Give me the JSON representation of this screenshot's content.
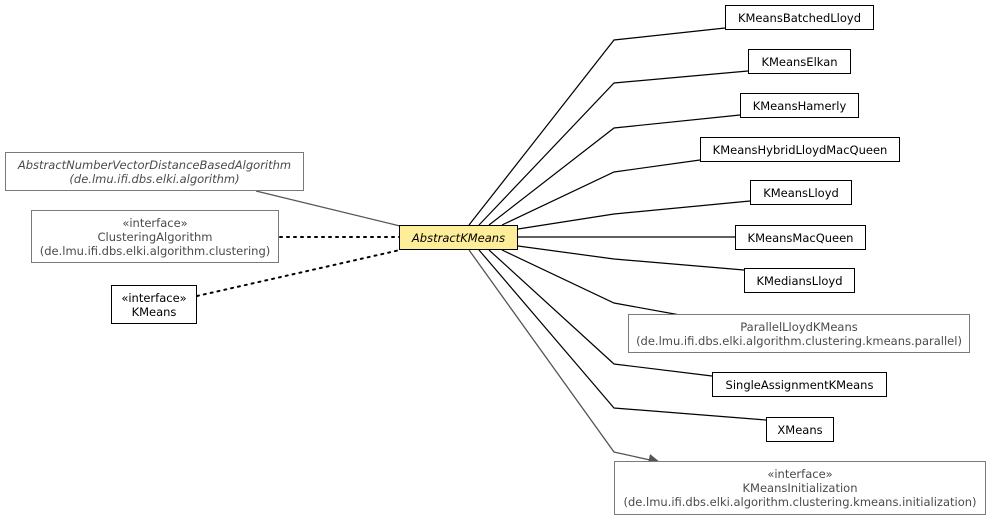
{
  "center": {
    "name": "AbstractKMeans",
    "fill": "#ffee99",
    "italic": true
  },
  "parents": [
    {
      "lines": [
        "AbstractNumberVectorDistanceBasedAlgorithm",
        "(de.lmu.ifi.dbs.elki.algorithm)"
      ],
      "relation": "extends",
      "abstract": true,
      "external": true
    },
    {
      "lines": [
        "«interface»",
        "ClusteringAlgorithm",
        "(de.lmu.ifi.dbs.elki.algorithm.clustering)"
      ],
      "relation": "implements",
      "external": true
    },
    {
      "lines": [
        "«interface»",
        "KMeans"
      ],
      "relation": "implements",
      "external": false
    }
  ],
  "subclasses": [
    {
      "lines": [
        "KMeansBatchedLloyd"
      ]
    },
    {
      "lines": [
        "KMeansElkan"
      ]
    },
    {
      "lines": [
        "KMeansHamerly"
      ]
    },
    {
      "lines": [
        "KMeansHybridLloydMacQueen"
      ]
    },
    {
      "lines": [
        "KMeansLloyd"
      ]
    },
    {
      "lines": [
        "KMeansMacQueen"
      ]
    },
    {
      "lines": [
        "KMediansLloyd"
      ]
    },
    {
      "lines": [
        "ParallelLloydKMeans",
        "(de.lmu.ifi.dbs.elki.algorithm.clustering.kmeans.parallel)"
      ],
      "external": true
    },
    {
      "lines": [
        "SingleAssignmentKMeans"
      ]
    },
    {
      "lines": [
        "XMeans"
      ]
    }
  ],
  "association": {
    "lines": [
      "«interface»",
      "KMeansInitialization",
      "(de.lmu.ifi.dbs.elki.algorithm.clustering.kmeans.initialization)"
    ],
    "external": true
  }
}
